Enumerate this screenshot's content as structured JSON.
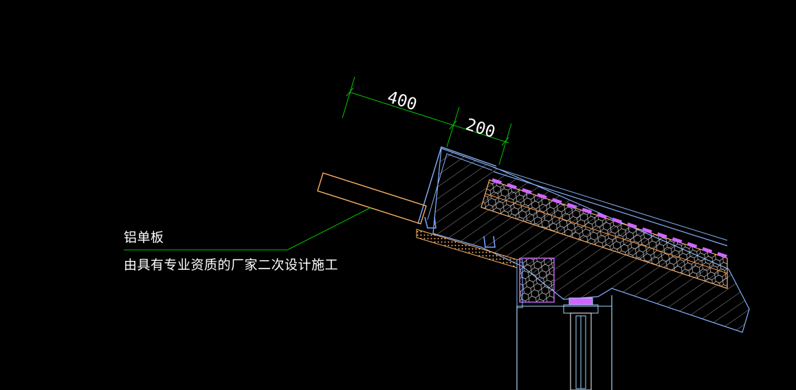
{
  "dimensions": {
    "dim_a": "400",
    "dim_b": "200"
  },
  "annotation": {
    "material": "铝单板",
    "note": "由具有专业资质的厂家二次设计施工"
  },
  "colors": {
    "background": "#000000",
    "dimension_line": "#00cc00",
    "leader_line": "#00cc00",
    "aluminum_panel": "#ffb366",
    "outline": "#8ab4ff",
    "insulation": "#ffb366",
    "membrane": "#d066ff",
    "concrete_hatch": "#c8c8c8",
    "frame": "#9fd8ff"
  }
}
